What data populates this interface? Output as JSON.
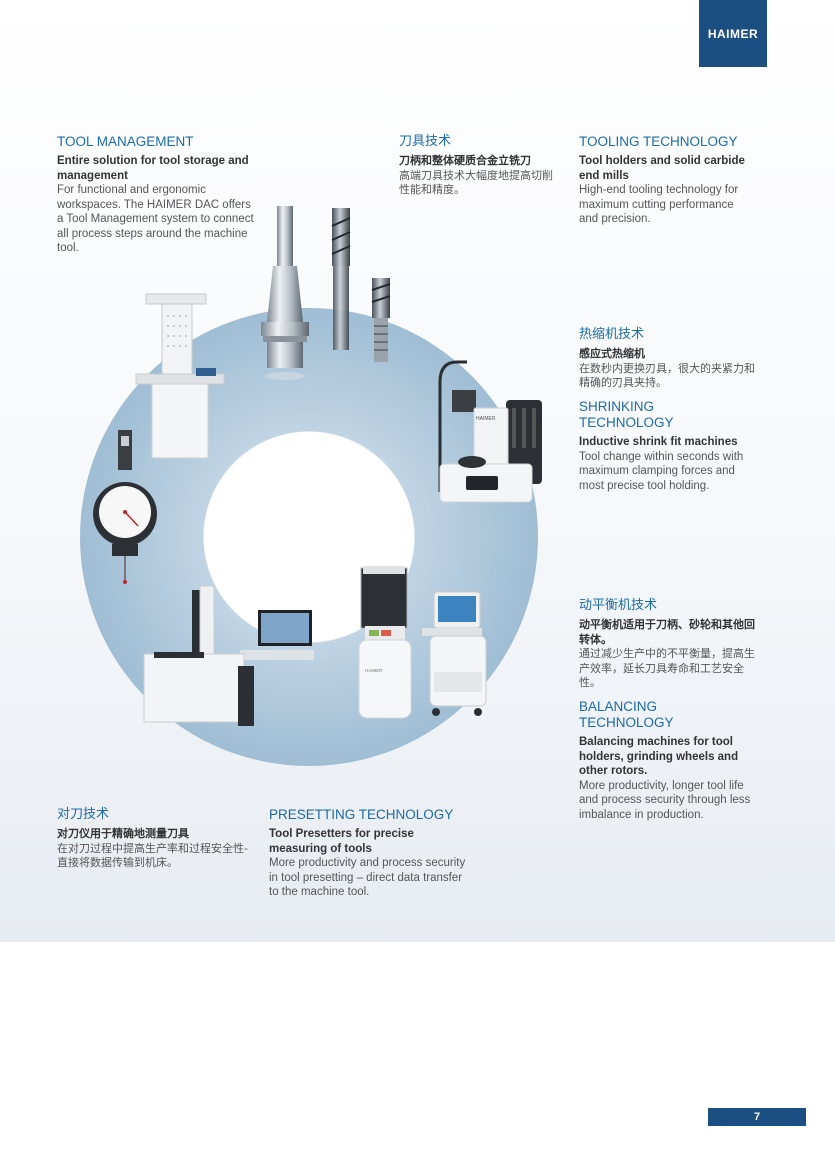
{
  "brand": {
    "logo_text": "HAIMER",
    "color": "#1b4f82"
  },
  "accent_color": "#1c6aa6",
  "tool_management": {
    "heading": "TOOL MANAGEMENT",
    "subtitle": "Entire solution for tool storage and management",
    "body": "For functional and ergonomic workspaces. The HAIMER DAC offers a Tool Management system to connect all process steps around the machine tool."
  },
  "tooling_cn": {
    "heading": "刀具技术",
    "subtitle": "刀柄和整体硬质合金立铣刀",
    "body": "高端刀具技术大幅度地提高切削性能和精度。"
  },
  "tooling_en": {
    "heading": "TOOLING TECHNOLOGY",
    "subtitle": "Tool holders and solid carbide end mills",
    "body": "High-end tooling technology for maximum cutting performance and precision."
  },
  "shrinking_cn": {
    "heading": "热缩机技术",
    "subtitle": "感应式热缩机",
    "body": "在数秒内更换刃具，很大的夹紧力和精确的刃具夹持。"
  },
  "shrinking_en": {
    "heading": "SHRINKING TECHNOLOGY",
    "subtitle": "Inductive shrink fit machines",
    "body": "Tool change within seconds with maximum clamping forces and most precise tool holding."
  },
  "balancing_cn": {
    "heading": "动平衡机技术",
    "subtitle": "动平衡机适用于刀柄、砂轮和其他回转体。",
    "body": "通过减少生产中的不平衡量，提高生产效率，延长刀具寿命和工艺安全性。"
  },
  "balancing_en": {
    "heading": "BALANCING TECHNOLOGY",
    "subtitle": "Balancing machines for tool holders, grinding wheels and other rotors.",
    "body": "More productivity, longer tool life and process security through less imbalance in production."
  },
  "presetting_cn": {
    "heading": "对刀技术",
    "subtitle": "对刀仪用于精确地测量刀具",
    "body": "在对刀过程中提高生产率和过程安全性-直接将数据传输到机床。"
  },
  "presetting_en": {
    "heading": "PRESETTING TECHNOLOGY",
    "subtitle": "Tool Presetters for precise measuring of tools",
    "body": "More productivity and process security in tool presetting – direct data transfer to the machine tool."
  },
  "product_labels": {
    "shrink_brand": "HAIMER",
    "balancer_brand": "HAIMER"
  },
  "page_number": "7"
}
